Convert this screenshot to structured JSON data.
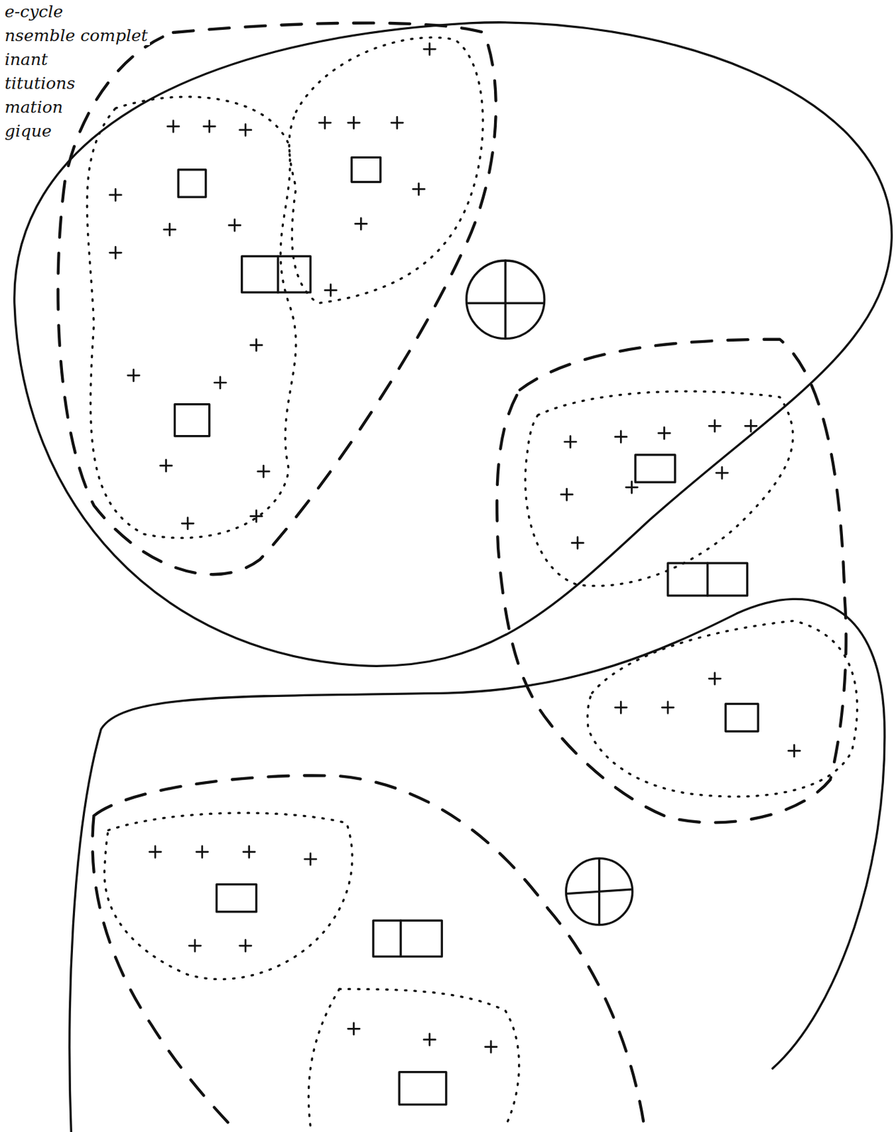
{
  "diagram": {
    "labels": [
      "e-cycle",
      "nsemble complet",
      "inant",
      "titutions",
      "mation",
      "gique"
    ]
  }
}
